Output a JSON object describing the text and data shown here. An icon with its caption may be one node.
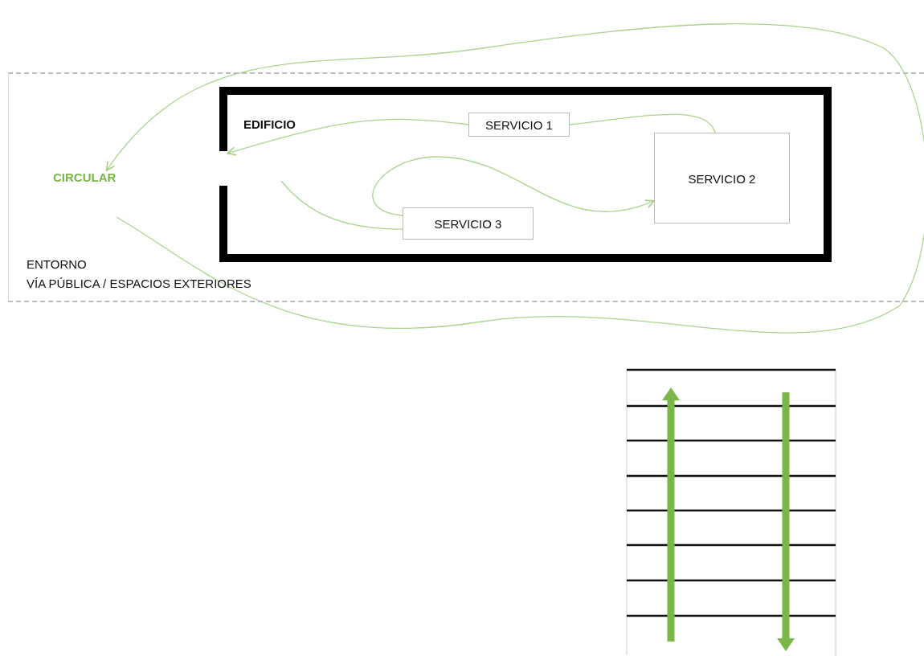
{
  "diagram": {
    "nodes": [
      {
        "text": [
          "ENTORNO",
          "VÍA PÚBLICA / ESPACIOS EXTERIORES"
        ]
      },
      {
        "text": [
          "EDIFICIO"
        ],
        "in": 0
      },
      {
        "text": [
          "SERVICIO 1"
        ],
        "in": 1
      },
      {
        "text": [
          "SERVICIO 2"
        ],
        "in": 1
      },
      {
        "text": [
          "SERVICIO 3"
        ],
        "in": 1
      },
      {
        "text": [
          "CIRCULAR"
        ],
        "in": 0
      }
    ],
    "edges": [
      {
        "from": null,
        "to": 4,
        "arrow": "none"
      },
      {
        "from": 4,
        "to": 3,
        "arrow": "to"
      },
      {
        "from": 3,
        "to": 2,
        "arrow": "none"
      },
      {
        "from": 2,
        "to": 1,
        "arrow": "to"
      },
      {
        "from": null,
        "to": 5,
        "arrow": "to"
      }
    ]
  }
}
